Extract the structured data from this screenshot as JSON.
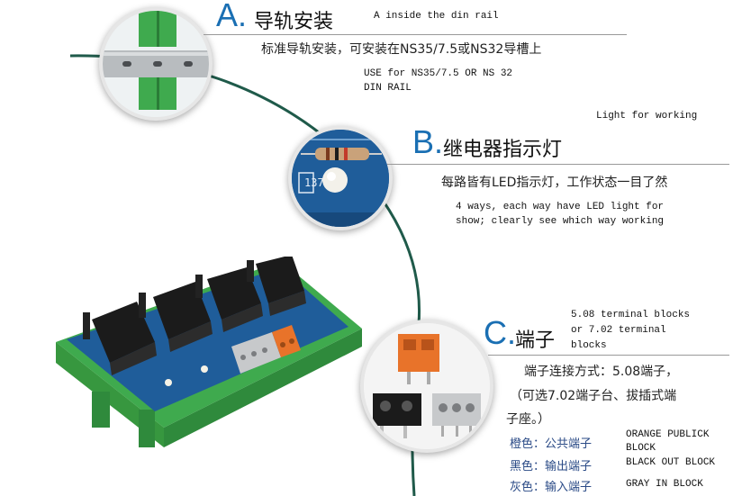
{
  "section_a": {
    "letter": "A.",
    "title_zh": "导轨安装",
    "title_en": "A inside the din rail",
    "desc_zh": "标准导轨安装，可安装在NS35/7.5或NS32导槽上",
    "desc_en_line1": "USE for NS35/7.5 OR NS 32",
    "desc_en_line2": "DIN RAIL"
  },
  "section_b": {
    "letter": "B.",
    "title_zh": "继电器指示灯",
    "title_en": "Light for working",
    "desc_zh": "每路皆有LED指示灯，工作状态一目了然",
    "desc_en_line1": "4 ways, each way have LED light for",
    "desc_en_line2": "show; clearly see which way working",
    "board_label": "137"
  },
  "section_c": {
    "letter": "C.",
    "title_zh": "端子",
    "title_en_line1": "5.08 terminal blocks",
    "title_en_line2": "or 7.02 terminal",
    "title_en_line3": "blocks",
    "desc_zh_line1": "端子连接方式：5.08端子，",
    "desc_zh_line2": "（可选7.02端子台、拔插式端",
    "desc_zh_line3": "子座。）",
    "legend": [
      {
        "zh": "橙色：公共端子",
        "en": "ORANGE PUBLICK BLOCK"
      },
      {
        "zh": "黑色：输出端子",
        "en": "BLACK OUT BLOCK"
      },
      {
        "zh": "灰色：输入端子",
        "en": "GRAY IN BLOCK"
      }
    ]
  },
  "colors": {
    "accent": "#1a6fb3",
    "curve": "#1f5a4a",
    "din_green": "#3faa4e",
    "pcb_blue": "#1f5d9a",
    "terminal_orange": "#e8732a",
    "relay_black": "#1b1b1b"
  },
  "icons": [
    "din-rail-clip-icon",
    "led-indicator-icon",
    "orange-terminal-icon",
    "black-terminal-icon",
    "gray-terminal-icon",
    "relay-module-icon"
  ]
}
